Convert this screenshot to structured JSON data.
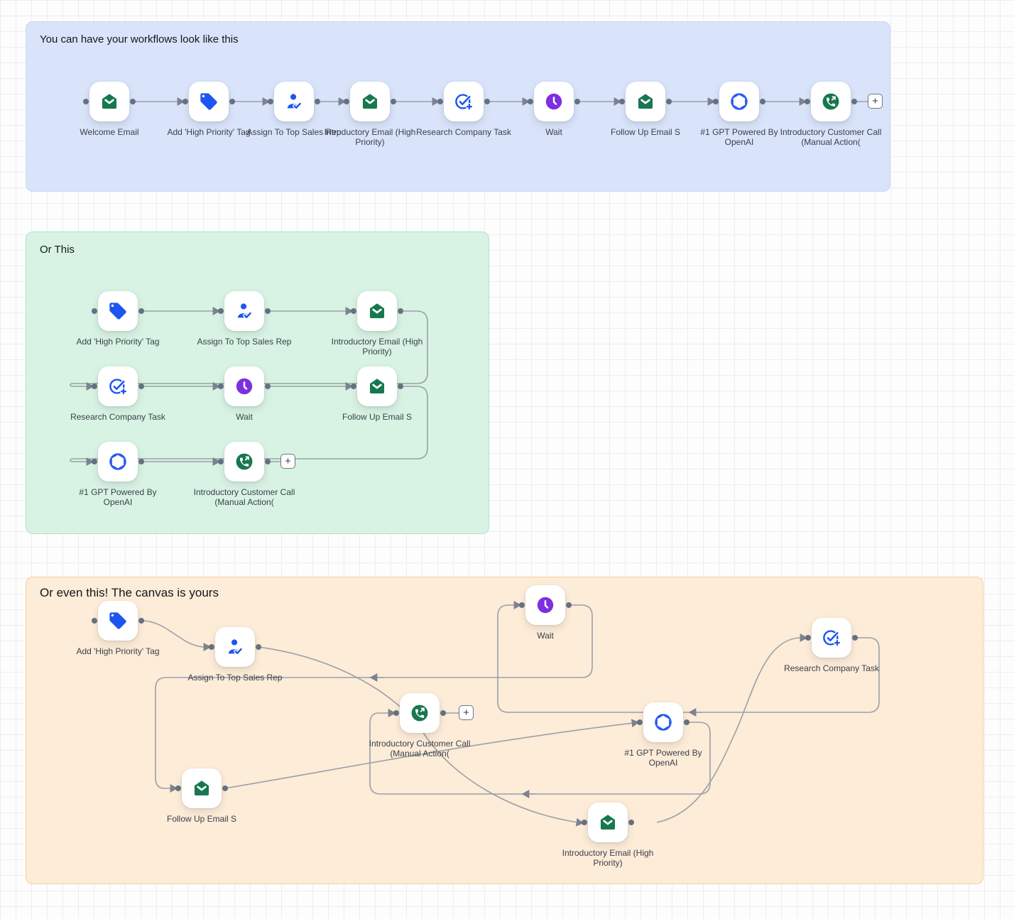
{
  "panels": {
    "blue": {
      "title": "You can have your workflows look like this",
      "bg": "#d9e4fa"
    },
    "green": {
      "title": "Or This",
      "bg": "#d8f3e3"
    },
    "orange": {
      "title": "Or even this! The canvas is yours",
      "bg": "#fdecd8"
    }
  },
  "labels": {
    "welcome_email": "Welcome Email",
    "add_tag": "Add 'High Priority' Tag",
    "assign": "Assign To Top Sales Rep",
    "intro_email": "Introductory Email (High Priority)",
    "research": "Research Company Task",
    "wait": "Wait",
    "follow_up": "Follow Up Email S",
    "gpt": "#1 GPT Powered By OpenAI",
    "call": "Introductory Customer Call (Manual Action("
  },
  "ui": {
    "plus": "+"
  },
  "icons": {
    "email": "open-envelope-chevron",
    "tag": "price-tag",
    "assign": "person-check",
    "task": "circle-check-plus",
    "wait": "clock",
    "gpt": "openai-logo",
    "call": "phone-outbound-arrow",
    "add_step": "plus"
  },
  "colors": {
    "edge_line": "#9aa0a8",
    "port_dot": "#667080",
    "email_green": "#17784f",
    "action_blue": "#1d55f0",
    "wait_purple": "#7e2fe0",
    "gpt_blue": "#2a5bf6",
    "panel_blue_bg": "#d9e4fa",
    "panel_green_bg": "#d8f3e3",
    "panel_orange_bg": "#fdecd8"
  }
}
